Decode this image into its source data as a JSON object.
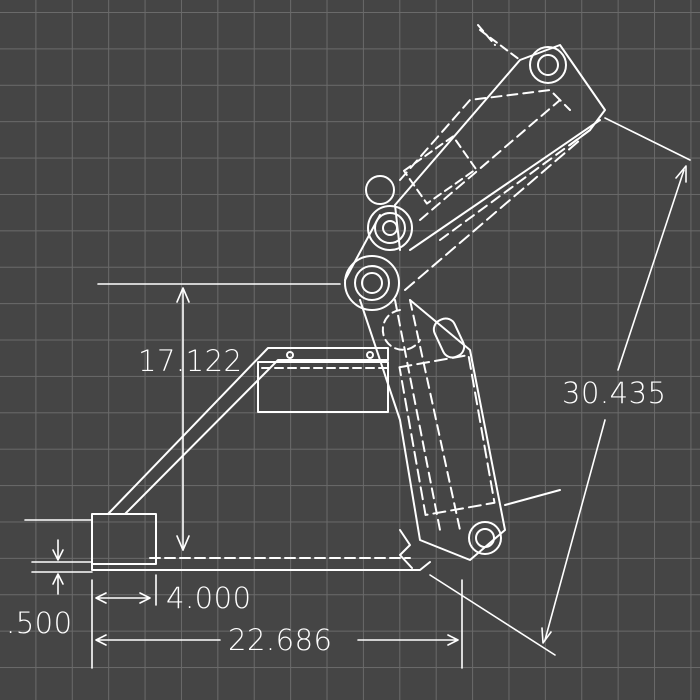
{
  "drawing": {
    "dimensions": {
      "height": "17.122",
      "reach": "30.435",
      "tube_width": "4.000",
      "plate_thickness": ".500",
      "base_length": "22.686"
    },
    "colors": {
      "background": "#454545",
      "grid": "#6a6a6a",
      "line": "#ffffff"
    }
  }
}
